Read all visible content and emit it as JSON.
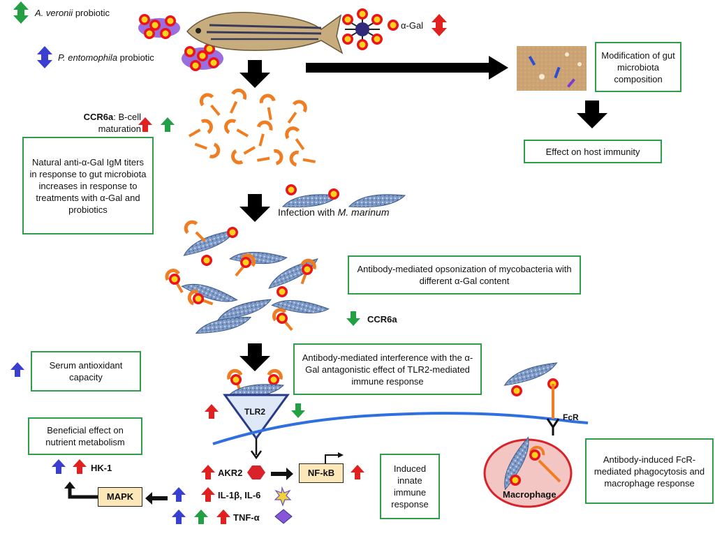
{
  "probiotics": {
    "a_veronii_name": "A. veronii",
    "a_veronii_suffix": " probiotic",
    "p_entomophila_name": "P. entomophila",
    "p_entomophila_suffix": " probiotic"
  },
  "alpha_gal_label": "α-Gal",
  "boxes": {
    "modification": "Modification of gut microbiota composition",
    "host_immunity": "Effect on host immunity",
    "igm_titers": "Natural anti-α-Gal IgM titers in response to gut microbiota increases in response to treatments with α-Gal and probiotics",
    "opsonization": "Antibody-mediated opsonization of mycobacteria with different α-Gal content",
    "interference": "Antibody-mediated interference with the α-Gal antagonistic effect of TLR2-mediated immune response",
    "antioxidant": "Serum antioxidant capacity",
    "nutrient": "Beneficial effect on nutrient metabolism",
    "innate": "Induced innate immune response",
    "phagocytosis": "Antibody-induced FcR-mediated phagocytosis and macrophage response"
  },
  "ccr6a_top": {
    "name": "CCR6a",
    "rest": ": B-cell maturation"
  },
  "infection": {
    "prefix": "Infection with ",
    "species": "M. marinum"
  },
  "ccr6a_mid": "CCR6a",
  "labels": {
    "tlr2": "TLR2",
    "fcr": "FcR",
    "macrophage": "Macrophage",
    "akr2": "AKR2",
    "il": "IL-1β, IL-6",
    "tnf": "TNF-α",
    "nfkb": "NF-kB",
    "mapk": "MAPK",
    "hk1": "HK-1"
  },
  "colors": {
    "up_red": "#e0211f",
    "up_green": "#23a043",
    "up_blue": "#3b3fd0",
    "box_border": "#2e9e4a",
    "membrane": "#2f6fe0",
    "antibody": "#f0862a",
    "box_fill": "#fbe7b8"
  }
}
